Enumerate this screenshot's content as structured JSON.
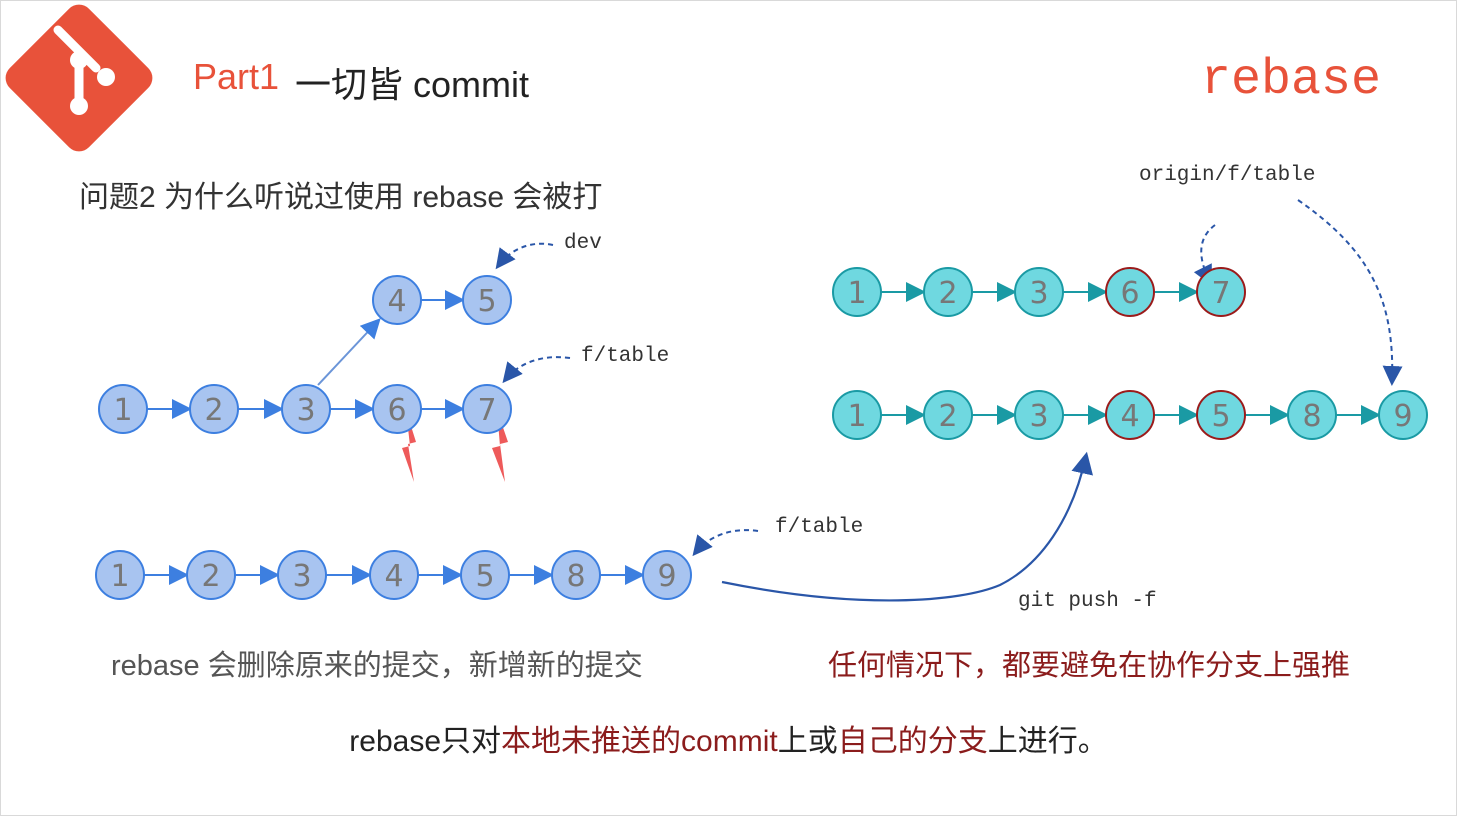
{
  "header": {
    "part": "Part1",
    "title": "一切皆 commit",
    "topic": "rebase",
    "logo": "git-logo",
    "accent": "#e8523a"
  },
  "question": "问题2 为什么听说过使用 rebase 会被打",
  "labels": {
    "dev": "dev",
    "f_table_upper": "f/table",
    "f_table_lower": "f/table",
    "origin": "origin/f/table",
    "push": "git push -f"
  },
  "notes": {
    "left": "rebase 会删除原来的提交，新增新的提交",
    "right": "任何情况下，都要避免在协作分支上强推"
  },
  "bottom": {
    "part1": "rebase只对",
    "part2": "本地未推送的commit",
    "part3": "上或",
    "part4": "自己的分支",
    "part5": "上进行。"
  },
  "graphs": {
    "dev_branch": [
      "4",
      "5"
    ],
    "ftable_branch": [
      "1",
      "2",
      "3",
      "6",
      "7"
    ],
    "rebased": [
      "1",
      "2",
      "3",
      "4",
      "5",
      "8",
      "9"
    ],
    "remote_before": [
      "1",
      "2",
      "3",
      "6",
      "7"
    ],
    "remote_after": [
      "1",
      "2",
      "3",
      "4",
      "5",
      "8",
      "9"
    ]
  },
  "colors": {
    "blue_node": "#a8c4f0",
    "blue_stroke": "#3d7fe0",
    "teal_node": "#6fd8e0",
    "teal_stroke": "#1a9aa4",
    "red_stroke": "#9b1b1b",
    "lightning": "#ee5a5a"
  }
}
